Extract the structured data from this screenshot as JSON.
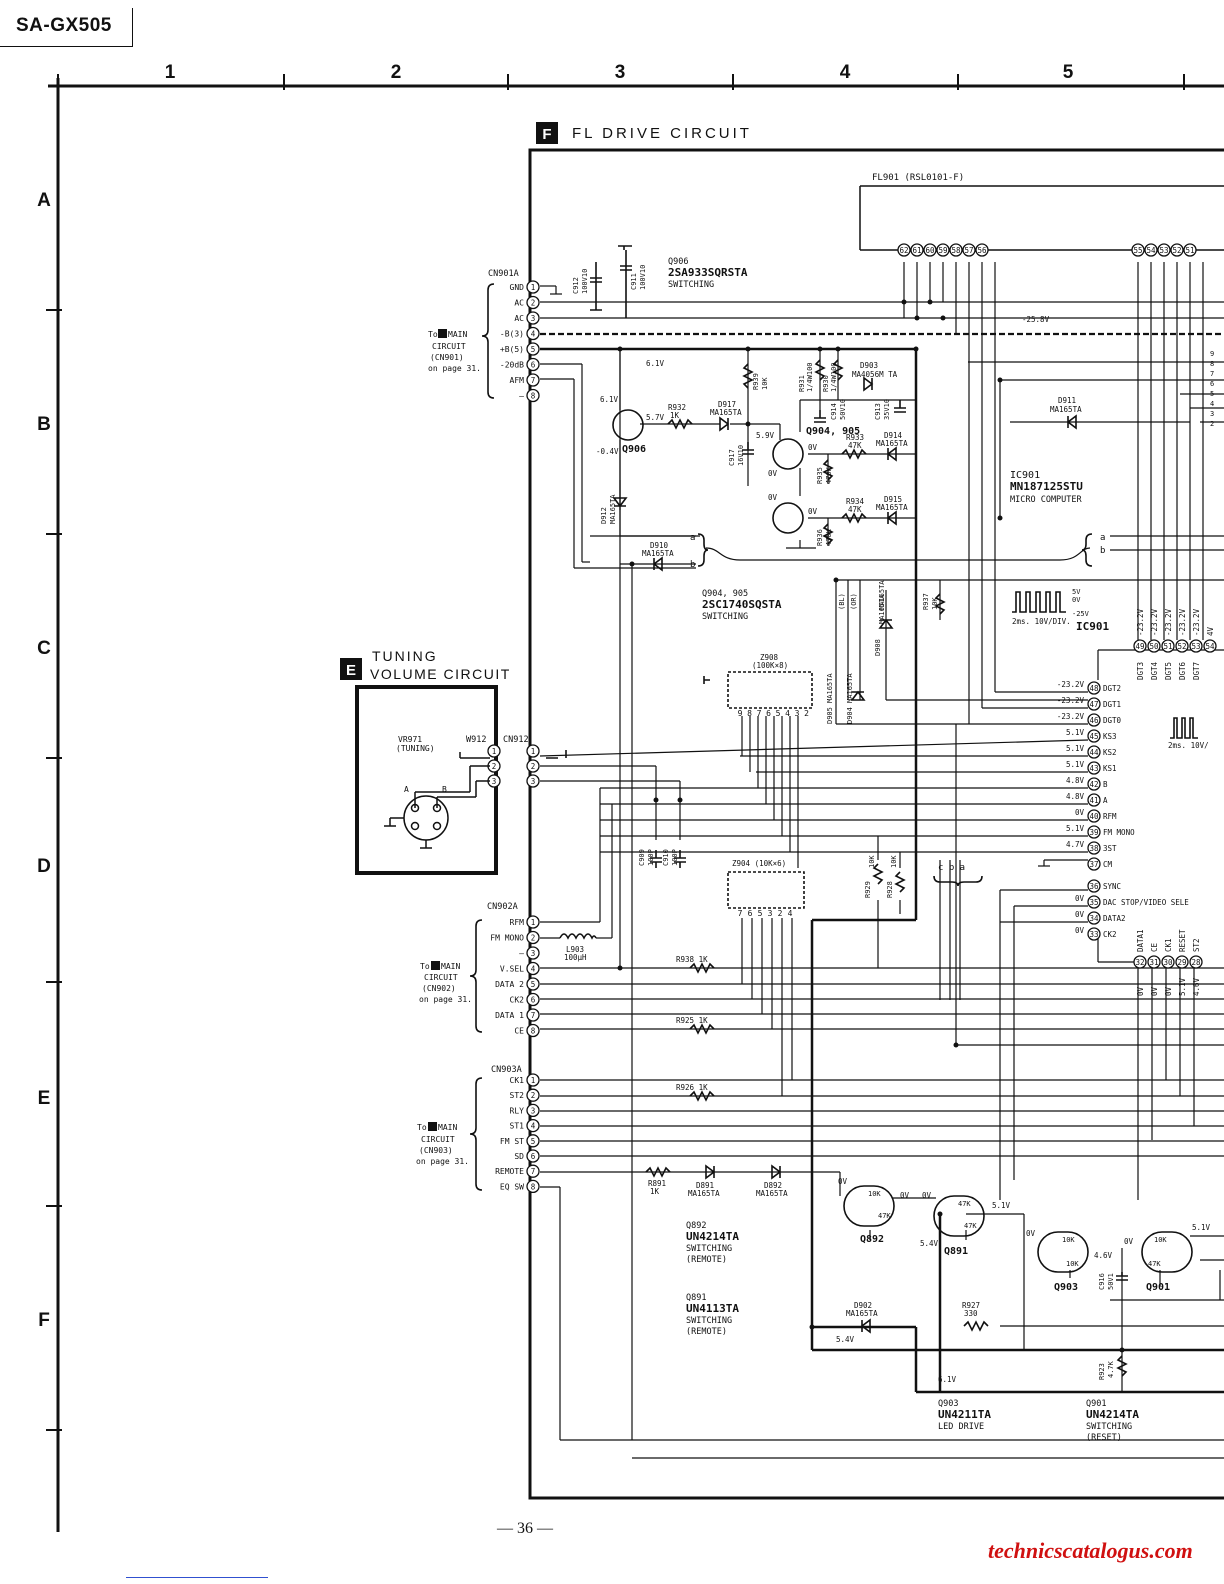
{
  "model": "SA-GX505",
  "columns": [
    "1",
    "2",
    "3",
    "4",
    "5"
  ],
  "rows": [
    "A",
    "B",
    "C",
    "D",
    "E",
    "F"
  ],
  "page_number": "— 36 —",
  "website": "technicscatalogus.com",
  "block_f": {
    "letter": "F",
    "title": "FL DRIVE CIRCUIT"
  },
  "block_e": {
    "letter": "E",
    "title_1": "TUNING",
    "title_2": "VOLUME CIRCUIT"
  },
  "display": {
    "label": "FL901 (RSL0101-F)",
    "pins_left": [
      "62",
      "61",
      "60",
      "59",
      "58",
      "57",
      "56"
    ],
    "pins_right": [
      "55",
      "54",
      "53",
      "52",
      "51"
    ]
  },
  "cn901": {
    "name": "CN901A",
    "pins": [
      {
        "no": "1",
        "label": "GND"
      },
      {
        "no": "2",
        "label": "AC"
      },
      {
        "no": "3",
        "label": "AC"
      },
      {
        "no": "4",
        "label": "-B(3)"
      },
      {
        "no": "5",
        "label": "+B(5)"
      },
      {
        "no": "6",
        "label": "-20dB"
      },
      {
        "no": "7",
        "label": "AFM"
      },
      {
        "no": "8",
        "label": "—"
      }
    ],
    "dest": [
      "To",
      "MAIN",
      "CIRCUIT",
      "(CN901)",
      "on page 31."
    ]
  },
  "cn902": {
    "name": "CN902A",
    "pins": [
      {
        "no": "1",
        "label": "RFM"
      },
      {
        "no": "2",
        "label": "FM MONO"
      },
      {
        "no": "3",
        "label": "—"
      },
      {
        "no": "4",
        "label": "V.SEL"
      },
      {
        "no": "5",
        "label": "DATA 2"
      },
      {
        "no": "6",
        "label": "CK2"
      },
      {
        "no": "7",
        "label": "DATA 1"
      },
      {
        "no": "8",
        "label": "CE"
      }
    ],
    "dest": [
      "To",
      "MAIN",
      "CIRCUIT",
      "(CN902)",
      "on page 31."
    ]
  },
  "cn903": {
    "name": "CN903A",
    "pins": [
      {
        "no": "1",
        "label": "CK1"
      },
      {
        "no": "2",
        "label": "ST2"
      },
      {
        "no": "3",
        "label": "RLY"
      },
      {
        "no": "4",
        "label": "ST1"
      },
      {
        "no": "5",
        "label": "FM ST"
      },
      {
        "no": "6",
        "label": "SD"
      },
      {
        "no": "7",
        "label": "REMOTE"
      },
      {
        "no": "8",
        "label": "EQ SW"
      }
    ],
    "dest": [
      "To",
      "MAIN",
      "CIRCUIT",
      "(CN903)",
      "on page 31."
    ]
  },
  "cn912": {
    "name": "CN912",
    "w912": "W912",
    "pins": [
      "1",
      "2",
      "3"
    ]
  },
  "vr971": {
    "name": "VR971",
    "desc": "(TUNING)",
    "pin_a": "A",
    "pin_b": "B"
  },
  "ic901": {
    "ref": "IC901",
    "part": "MN187125STU",
    "desc": "MICRO COMPUTER",
    "label_small": "IC901"
  },
  "ic_pins_left": [
    {
      "v": "-23.2V",
      "no": "48",
      "name": "DGT2"
    },
    {
      "v": "-23.2V",
      "no": "47",
      "name": "DGT1"
    },
    {
      "v": "-23.2V",
      "no": "46",
      "name": "DGT0"
    },
    {
      "v": "5.1V",
      "no": "45",
      "name": "KS3"
    },
    {
      "v": "5.1V",
      "no": "44",
      "name": "KS2"
    },
    {
      "v": "5.1V",
      "no": "43",
      "name": "KS1"
    },
    {
      "v": "4.8V",
      "no": "42",
      "name": "B"
    },
    {
      "v": "4.8V",
      "no": "41",
      "name": "A"
    },
    {
      "v": "0V",
      "no": "40",
      "name": "RFM"
    },
    {
      "v": "5.1V",
      "no": "39",
      "name": "FM MONO"
    },
    {
      "v": "4.7V",
      "no": "38",
      "name": "3ST"
    },
    {
      "v": "",
      "no": "37",
      "name": "CM"
    },
    {
      "v": "",
      "no": "36",
      "name": "SYNC"
    },
    {
      "v": "0V",
      "no": "35",
      "name": "DAC STOP/VIDEO SELE"
    },
    {
      "v": "0V",
      "no": "34",
      "name": "DATA2"
    },
    {
      "v": "0V",
      "no": "33",
      "name": "CK2"
    }
  ],
  "ic_pins_top": [
    {
      "no": "49",
      "v": "-23.2V",
      "name": "DGT3"
    },
    {
      "no": "50",
      "v": "-23.2V",
      "name": "DGT4"
    },
    {
      "no": "51",
      "v": "-23.2V",
      "name": "DGT5"
    },
    {
      "no": "52",
      "v": "-23.2V",
      "name": "DGT6"
    },
    {
      "no": "53",
      "v": "-23.2V",
      "name": "DGT7"
    },
    {
      "no": "54",
      "v": "4V",
      "name": ""
    }
  ],
  "ic_pins_bottom": [
    {
      "no": "32",
      "v": "0V",
      "name": "DATA1"
    },
    {
      "no": "31",
      "v": "0V",
      "name": "CE"
    },
    {
      "no": "30",
      "v": "0V",
      "name": "CK1"
    },
    {
      "no": "29",
      "v": "5.1V",
      "name": "RESET"
    },
    {
      "no": "28",
      "v": "4.6V",
      "name": "ST2"
    }
  ],
  "parts": {
    "q906": {
      "ref": "Q906",
      "part": "2SA933SQRSTA",
      "desc": "SWITCHING"
    },
    "q904_905": {
      "ref": "Q904, 905",
      "part": "2SC1740SQSTA",
      "desc": "SWITCHING"
    },
    "q892": {
      "ref": "Q892",
      "part": "UN4214TA",
      "desc": "SWITCHING",
      "desc2": "(REMOTE)"
    },
    "q891": {
      "ref": "Q891",
      "part": "UN4113TA",
      "desc": "SWITCHING",
      "desc2": "(REMOTE)"
    },
    "q903": {
      "ref": "Q903",
      "part": "UN4211TA",
      "desc": "LED DRIVE"
    },
    "q901": {
      "ref": "Q901",
      "part": "UN4214TA",
      "desc": "SWITCHING",
      "desc2": "(RESET)"
    }
  },
  "labels": {
    "c912": "C912",
    "c912v": "100V10",
    "c911": "C911",
    "c911v": "100V10",
    "r932": "R932",
    "r932v": "1K",
    "d917": "D917",
    "d917v": "MA165TA",
    "r939": "R939",
    "r939v": "10K",
    "r931": "R931",
    "r931v": "1/4W100",
    "r930": "R930",
    "r930v": "1/4W100",
    "d903": "D903",
    "d903v": "MA4056M TA",
    "c914": "C914",
    "c914v": "50V10",
    "c913": "C913",
    "c913v": "35V10",
    "d911": "D911",
    "d911v": "MA165TA",
    "c917": "C917",
    "c917v": "16V10",
    "r933": "R933",
    "r933v": "47K",
    "d914": "D914",
    "d914v": "MA165TA",
    "r935": "R935",
    "r935v": "470K",
    "r934": "R934",
    "r934v": "47K",
    "d915": "D915",
    "d915v": "MA165TA",
    "r936": "R936",
    "r936v": "470K",
    "d912": "D912",
    "d912v": "MA165TA",
    "d910": "D910",
    "d910v": "MA165TA",
    "z908": "Z908",
    "z908v": "(100K×8)",
    "z904": "Z904 (10K×6)",
    "r937": "R937",
    "r937v": "10K",
    "d908": "D908",
    "d908v": "MA165TA",
    "d905": "D905 MA165TA",
    "d904": "D904 MA165TA",
    "d906": "MA165TA",
    "bl": "(BL)",
    "or": "(OR)",
    "c909": "C909",
    "c909v": "100P",
    "c910": "C910",
    "c910v": "100P",
    "l903": "L903",
    "l903v": "100μH",
    "r938": "R938  1K",
    "r925": "R925  1K",
    "r926": "R926  1K",
    "r929": "R929",
    "r929v": "10K",
    "r928": "R928",
    "r928v": "10K",
    "r891": "R891",
    "r891v": "1K",
    "d891": "D891",
    "d891v": "MA165TA",
    "d892": "D892",
    "d892v": "MA165TA",
    "d902": "D902",
    "d902v": "MA165TA",
    "r927": "R927",
    "r927v": "330",
    "r923": "R923",
    "r923v": "4.7K",
    "c916": "C916",
    "c916v": "50V1",
    "res10k": "10K",
    "res47k": "47K",
    "wave_top": "2ms. 10V/DIV.",
    "wave_right": "2ms. 10V/",
    "wave_5v": "5V",
    "wave_0v": "0V",
    "wave_25v": "-25V",
    "v_258": "-25.8V",
    "v_61": "6.1V",
    "v_61b": "6.1V",
    "v_57": "5.7V",
    "v_04": "-0.4V",
    "v_59": "5.9V",
    "v_0": "0V",
    "v_54": "5.4V",
    "v_54b": "5.4V",
    "v_51": "5.1V",
    "v_46": "4.6V",
    "a": "a",
    "b": "b",
    "c": "c",
    "cba": "c b a",
    "z_pins": [
      "9",
      "8",
      "7",
      "6",
      "5",
      "4",
      "3",
      "2"
    ],
    "z4_pins": [
      "7",
      "6",
      "5",
      "3",
      "2",
      "4"
    ],
    "right_nums": [
      "9",
      "8",
      "7",
      "6",
      "5",
      "4",
      "3",
      "2"
    ]
  }
}
